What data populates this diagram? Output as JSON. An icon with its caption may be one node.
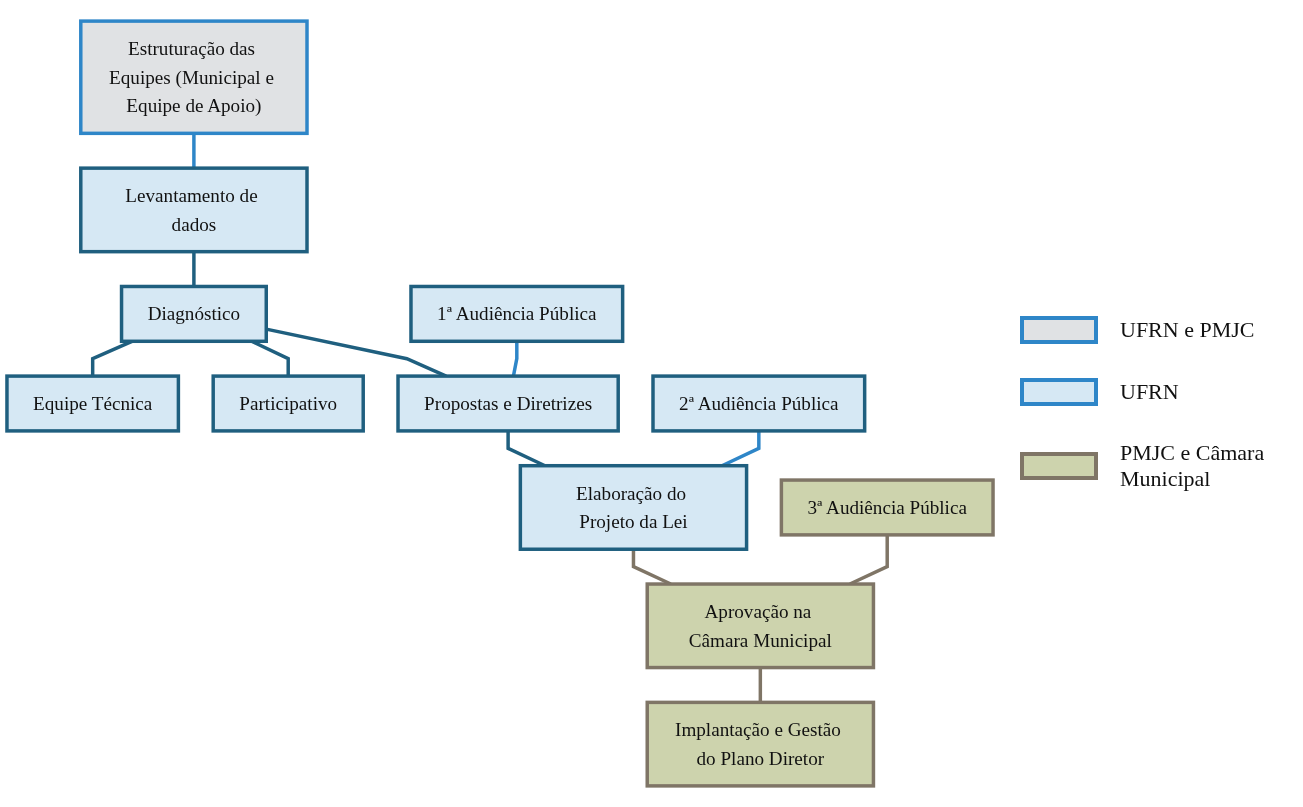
{
  "diagram": {
    "nodes": [
      {
        "text": [
          "Estruturação das Equipes (Municipal e Equipe de Apoio)"
        ]
      },
      {
        "text": [
          "Levantamento de dados"
        ]
      },
      {
        "text": [
          "Equipe Técnica"
        ]
      },
      {
        "text": [
          "Diagnóstico"
        ]
      },
      {
        "text": [
          "Participativo"
        ]
      },
      {
        "text": [
          "1ª Audiência Pública"
        ]
      },
      {
        "text": [
          "Propostas e Diretrizes"
        ]
      },
      {
        "text": [
          "2ª Audiência Pública"
        ]
      },
      {
        "text": [
          "Elaboração do Projeto da Lei"
        ]
      },
      {
        "text": [
          "3ª Audiência Pública"
        ]
      },
      {
        "text": [
          "Aprovação na Câmara Municipal"
        ]
      },
      {
        "text": [
          "Implantação e Gestão do Plano Diretor"
        ]
      }
    ],
    "edges": [
      {
        "from": 0,
        "to": 1,
        "arrow": "none",
        "color": "#2e86c8"
      },
      {
        "from": 1,
        "to": 3,
        "arrow": "none"
      },
      {
        "from": 3,
        "to": 2,
        "arrow": "none"
      },
      {
        "from": 3,
        "to": 4,
        "arrow": "none"
      },
      {
        "from": 3,
        "to": 6,
        "arrow": "none"
      },
      {
        "from": 5,
        "to": 6,
        "arrow": "none",
        "color": "#2e86c8"
      },
      {
        "from": 6,
        "to": 8,
        "arrow": "none"
      },
      {
        "from": 7,
        "to": 8,
        "arrow": "none",
        "color": "#2e86c8"
      },
      {
        "from": 8,
        "to": 10,
        "arrow": "none",
        "color": "#7f7566"
      },
      {
        "from": 9,
        "to": 10,
        "arrow": "none",
        "color": "#7f7566"
      },
      {
        "from": 10,
        "to": 11,
        "arrow": "none",
        "color": "#7f7566"
      }
    ],
    "legend": [
      {
        "text": "UFRN e PMJC",
        "color": "#e0e2e4"
      },
      {
        "text": "UFRN",
        "color": "#d6e8f4"
      },
      {
        "text": "PMJC e Câmara Municipal",
        "color": "#cdd3ad"
      }
    ]
  }
}
